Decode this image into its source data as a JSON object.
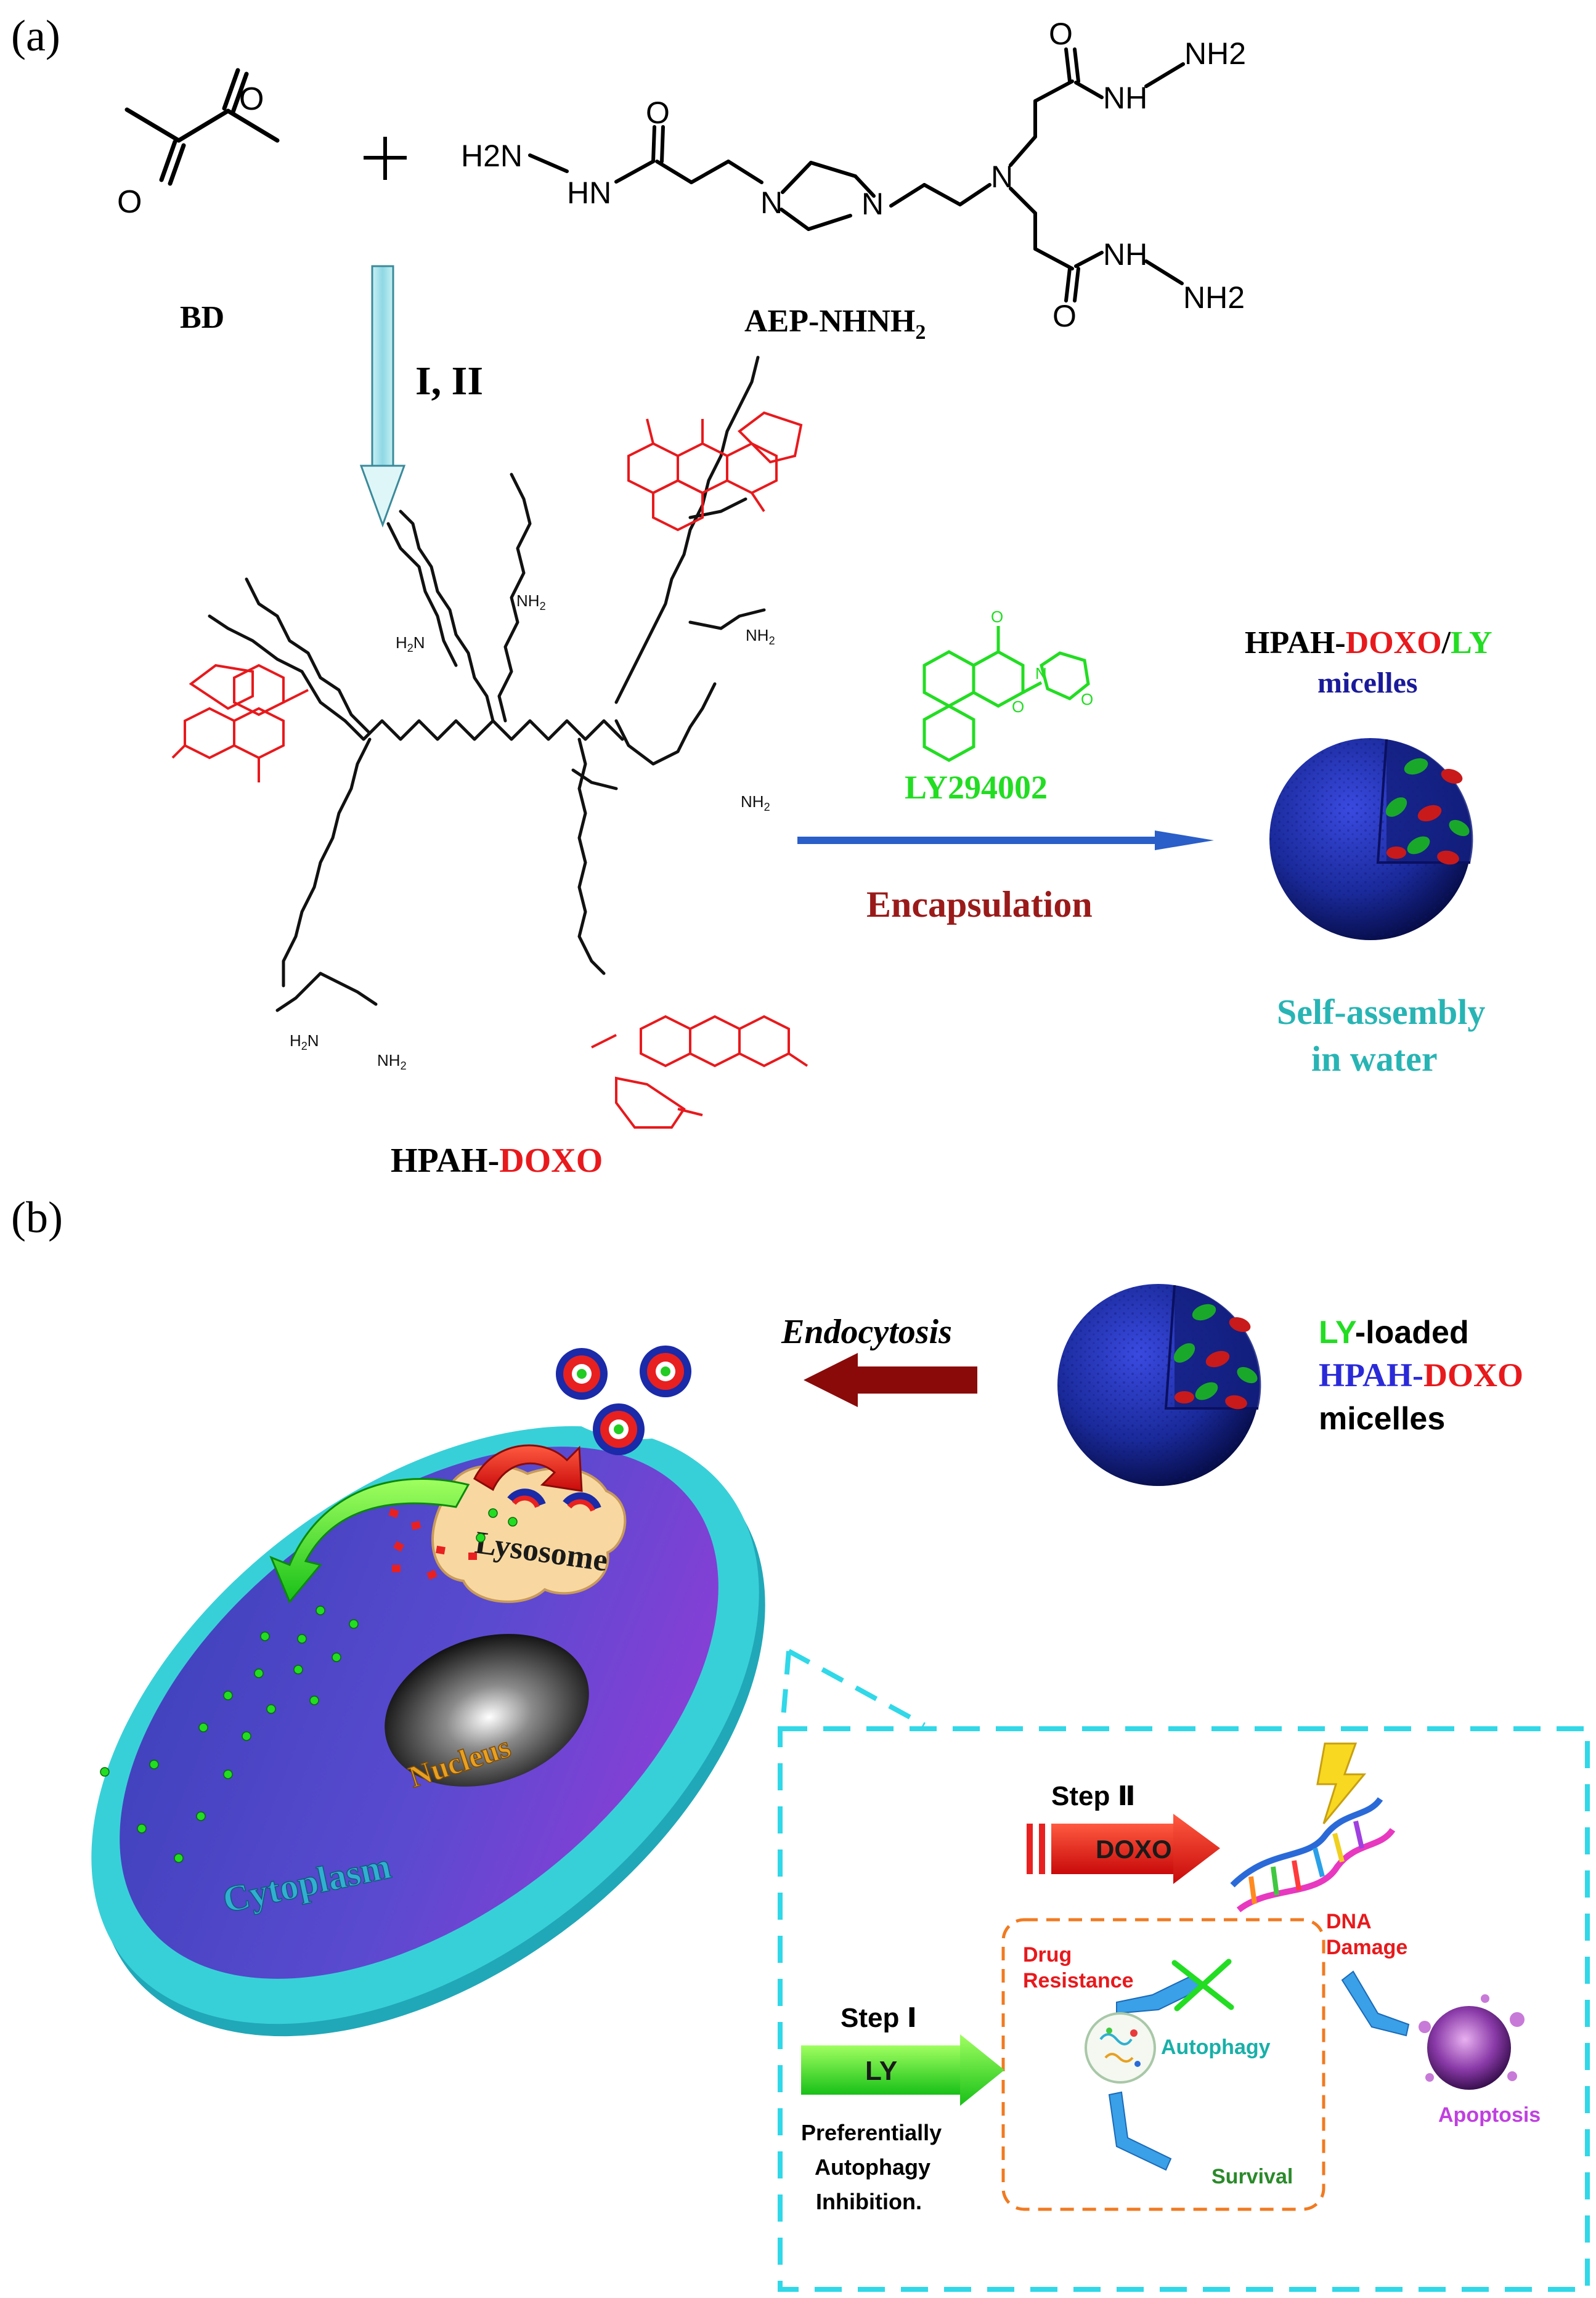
{
  "panel_a": {
    "label": "(a)",
    "bd_label": "BD",
    "aep_label_main": "AEP-NHNH",
    "aep_label_sub": "2",
    "reaction_conditions": "I, II",
    "atoms": {
      "o": "O",
      "n": "N",
      "nh": "NH",
      "hn": "HN",
      "h2n": "H2N",
      "nh2": "NH2"
    },
    "ly_compound": "LY294002",
    "encapsulation": "Encapsulation",
    "micelle_title_parts": [
      "HPAH-",
      "DOXO",
      "/",
      "LY"
    ],
    "micelle_subtitle": "micelles",
    "self_assembly_line1": "Self-assembly",
    "self_assembly_line2": "in water",
    "polymer_label_parts": [
      "HPAH-",
      "DOXO"
    ]
  },
  "panel_b": {
    "label": "(b)",
    "endocytosis": "Endocytosis",
    "micelle_label_line1_parts": [
      "LY",
      "-loaded"
    ],
    "micelle_label_line2_parts": [
      "HPAH-",
      "DOXO"
    ],
    "micelle_label_line3": "micelles",
    "lysosome": "Lysosome",
    "nucleus": "Nucleus",
    "cytoplasm": "Cytoplasm",
    "step2": "Step Ⅱ",
    "doxo_arrow": "DOXO",
    "dna_damage_line1": "DNA",
    "dna_damage_line2": "Damage",
    "drug_resistance_line1": "Drug",
    "drug_resistance_line2": "Resistance",
    "autophagy": "Autophagy",
    "survival": "Survival",
    "apoptosis": "Apoptosis",
    "step1": "Step Ⅰ",
    "ly_arrow": "LY",
    "inhibition_line1": "Preferentially",
    "inhibition_line2": "Autophagy",
    "inhibition_line3": "Inhibition."
  },
  "colors": {
    "doxo_red": "#e8191c",
    "ly_green": "#22dd22",
    "hpah_blue": "#2a2ad8",
    "micelle_blue": "#1a2a9a",
    "encapsulation_darkred": "#9a1a1a",
    "self_assembly_teal": "#28b4b4",
    "arrow_blue": "#2a5ec8",
    "cyan_dash": "#30d8e8",
    "orange_dash": "#f07a20",
    "apoptosis_purple": "#c040e0",
    "survival_green": "#2a8a2a",
    "autophagy_teal": "#18b0a8",
    "cell_membrane": "#38d0d8"
  }
}
